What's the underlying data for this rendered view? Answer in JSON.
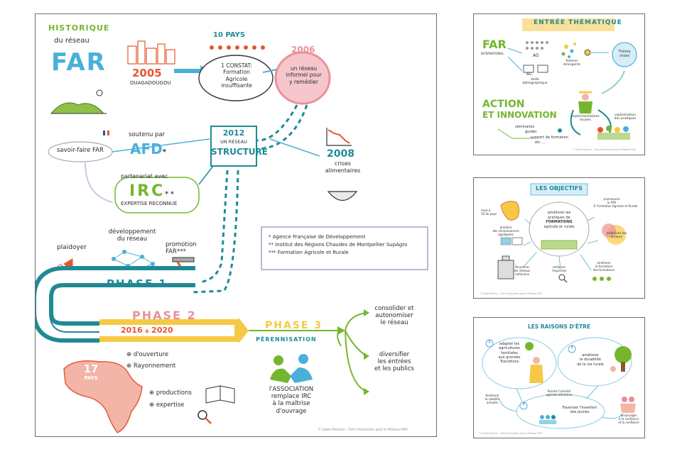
{
  "main": {
    "title_line1": "HISTORIQUE",
    "title_line2": "du réseau",
    "title_far": "FAR",
    "y2005": "2005",
    "ouaga": "OUAGADOUGOU",
    "ten_pays": "10 PAYS",
    "constat": [
      "1 CONSTAT:",
      "Formation",
      "Agricole",
      "insuffisante"
    ],
    "y2006": "2006",
    "reseau_informel": [
      "un réseau",
      "informel pour",
      "y remédier"
    ],
    "savoir_faire": "savoir-faire FAR",
    "soutenu_par": "soutenu par",
    "afd": "AFD",
    "afd_star": "*",
    "y2012": "2012",
    "un_reseau": "UN RÉSEAU",
    "structure": "STRUCTURÉ",
    "partenariat": "partenariat avec",
    "irc": "IRC",
    "irc_star": "**",
    "expertise_reconnue": "EXPERTISE RECONNUE",
    "y2008": "2008",
    "crises": [
      "crises",
      "alimentaires"
    ],
    "plaidoyer": "plaidoyer",
    "developpement": [
      "développement",
      "du réseau"
    ],
    "promotion": [
      "promotion",
      "FAR***"
    ],
    "legend": [
      "* Agence Française de Développement",
      "** Institut des Régions Chaudes de Montpellier SupAgro",
      "*** Formation Agricole et Rurale"
    ],
    "phase1": "PHASE 1",
    "phase2": "PHASE 2",
    "phase2_dates_a": "2016",
    "phase2_dates_sep": "à",
    "phase2_dates_b": "2020",
    "plus_ouverture": "⊕ d'ouverture",
    "plus_rayonnement": "⊕ Rayonnement",
    "seventeen": "17",
    "pays": "PAYS",
    "productions": "⊕ productions",
    "expertise": "⊕ expertise",
    "phase3": "PHASE 3",
    "perennisation": "PÉRENNISATION",
    "association": [
      "l'ASSOCIATION",
      "remplace IRC",
      "à la maîtrise",
      "d'ouvrage"
    ],
    "consolider": [
      "consolider et",
      "autonomiser",
      "le réseau"
    ],
    "diversifier": [
      "diversifier",
      "les entrées",
      "et les publics"
    ],
    "credit": "© Julien Revenu – Terre Nourricière pour le Réseau FAR"
  },
  "panel1": {
    "title": "ENTRÉE THÉMATIQUE",
    "far": "FAR",
    "international": "INTERNATIONAL",
    "ag": "AG",
    "ag2": "AG",
    "veille": [
      "Veille",
      "bibliographique"
    ],
    "themes": [
      "thèmes",
      "émergents"
    ],
    "theme_choisi": [
      "Thème",
      "choisi"
    ],
    "action": "ACTION",
    "innovation": "ET INNOVATION",
    "seminaires": [
      "séminaires",
      "guides",
      "support de formation",
      "etc ..."
    ],
    "experimentations": [
      "expérimentations",
      "locales"
    ],
    "capitalisation": [
      "capitalisation",
      "des pratiques"
    ],
    "credit": "© Julien Revenu – Terre Nourricière pour le Réseau FAR"
  },
  "panel2": {
    "title": "LES OBJECTIFS",
    "center_text": [
      "améliorer les",
      "pratiques de",
      "FORMATIONS",
      "agricole et rurale"
    ],
    "mise": [
      "mise à",
      "10 de pays"
    ],
    "mobiliser": [
      "mobiliser les",
      "acteurs"
    ],
    "promouvoir": [
      "promouvoir",
      "la FAR",
      "© Formation Agricole et Rurale"
    ],
    "produire": [
      "produire",
      "des connaissances",
      "appliquées"
    ],
    "structurer": [
      "Structurer",
      "les réseaux",
      "nationaux"
    ],
    "renforcer": [
      "renforcer",
      "l'expertise"
    ],
    "ameliorer": [
      "améliorer",
      "la formation",
      "des formateurs"
    ],
    "credit": "© Julien Revenu – Terre Nourricière pour le Réseau FAR"
  },
  "panel3": {
    "title": "LES RAISONS D'ÊTRE",
    "n1": "1",
    "n2": "2",
    "n3": "3",
    "adapter": [
      "adapter les",
      "agricultures",
      "familiales",
      "aux grandes",
      "Transitions"
    ],
    "ameliorer": [
      "améliorer",
      "la durabilité",
      "de la vie rurale"
    ],
    "rendre": [
      "Rendre l'activité",
      "agricole attractive"
    ],
    "favoriser": [
      "Favoriser l'insertion",
      "des jeunes"
    ],
    "amelioration": [
      "Améliorer",
      "la viabilité",
      "actuelle"
    ],
    "encourager": [
      "Encourager",
      "à la confiance",
      "et la confiance"
    ],
    "credit": "© Julien Revenu – Terre Nourricière pour le Réseau FAR"
  },
  "colors": {
    "teal": "#1f8a96",
    "orange": "#e4572e",
    "green": "#74b72e",
    "pink": "#e9919a",
    "yellow": "#f6c945",
    "blue": "#4ab0d9"
  }
}
